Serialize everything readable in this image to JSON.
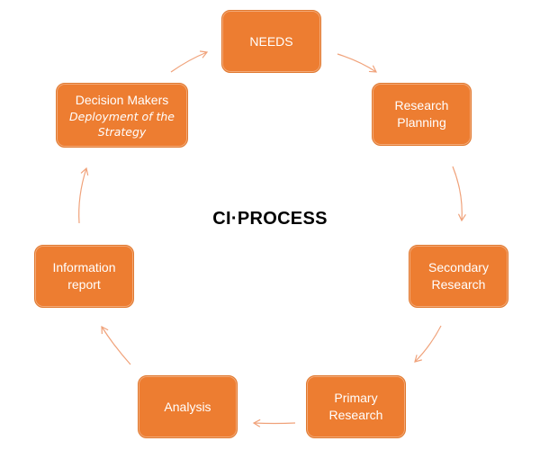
{
  "diagram": {
    "title": "CI·PROCESS",
    "colors": {
      "node_fill": "#ED7D31",
      "arrow": "#F0A27A",
      "text": "#FFFFFF"
    },
    "nodes": {
      "needs": {
        "label": "NEEDS"
      },
      "research_planning": {
        "line1": "Research",
        "line2": "Planning"
      },
      "secondary_research": {
        "line1": "Secondary",
        "line2": "Research"
      },
      "primary_research": {
        "line1": "Primary",
        "line2": "Research"
      },
      "analysis": {
        "label": "Analysis"
      },
      "information_report": {
        "line1": "Information",
        "line2": "report"
      },
      "decision_makers": {
        "line1": "Decision Makers",
        "line2": "Deployment of the",
        "line3": "Strategy"
      }
    }
  }
}
